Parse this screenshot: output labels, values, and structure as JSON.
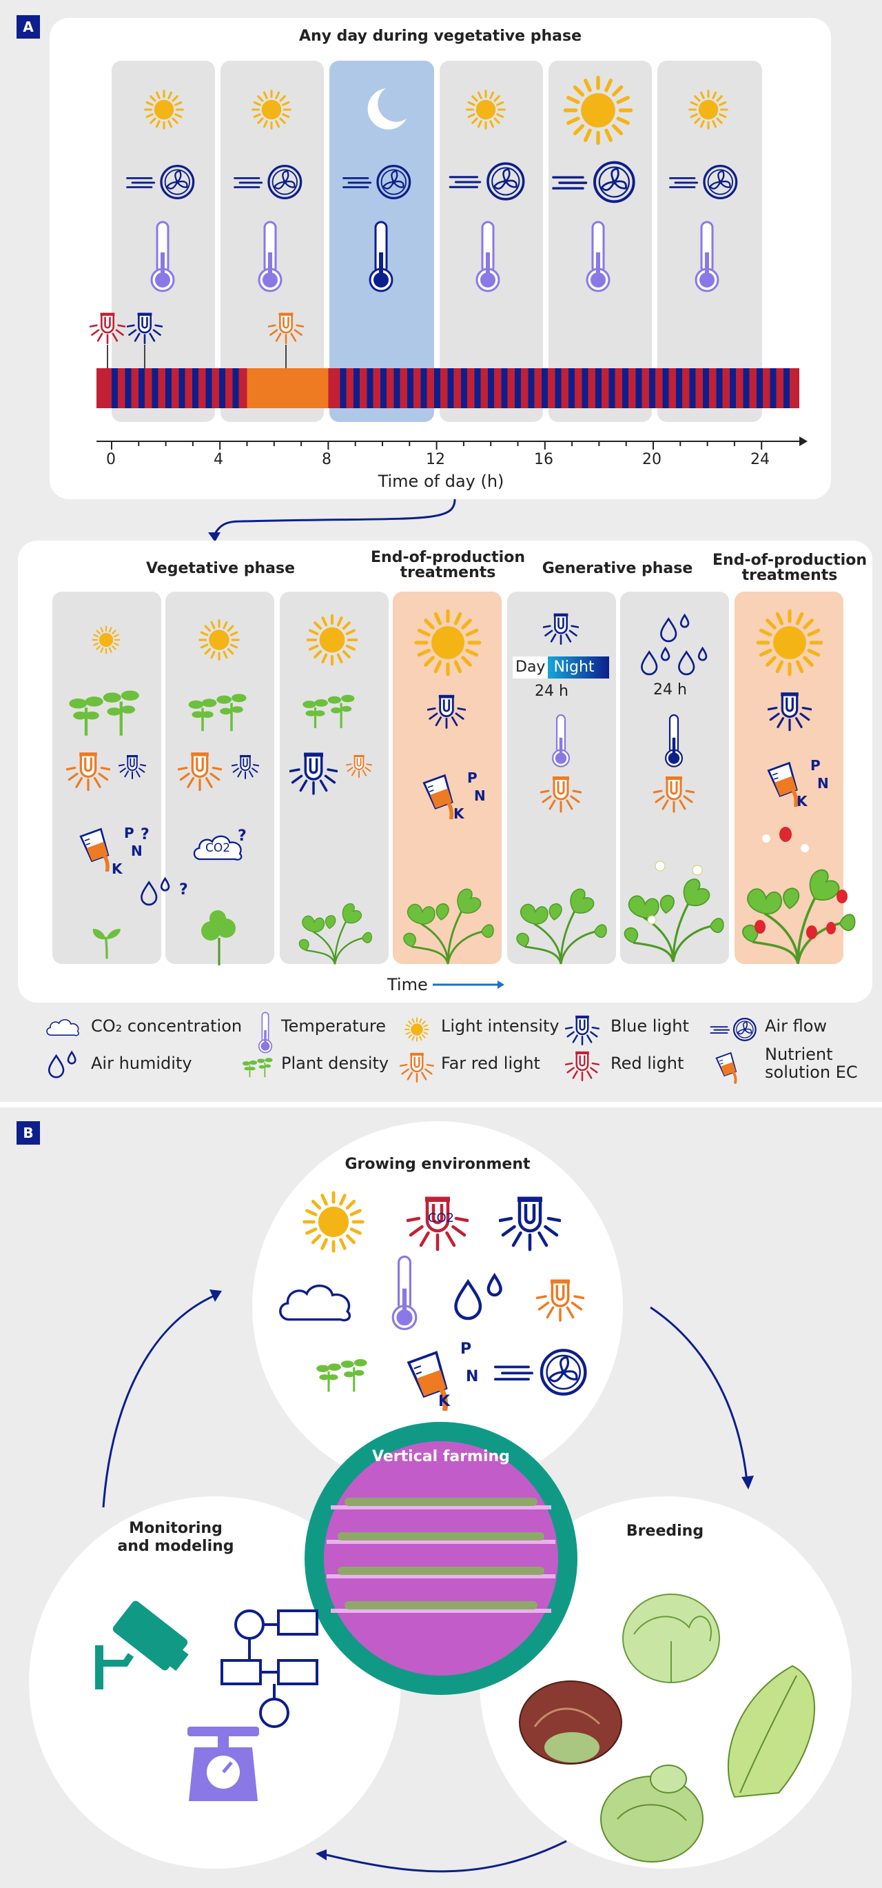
{
  "panel_a": {
    "tag": "A",
    "title": "Any day during vegetative phase",
    "axis_ticks": [
      "0",
      "4",
      "8",
      "12",
      "16",
      "20",
      "24"
    ],
    "axis_label": "Time of day (h)"
  },
  "phases": {
    "vegetative": "Vegetative phase",
    "eop1_line1": "End-of-production",
    "eop1_line2": "treatments",
    "generative": "Generative phase",
    "eop2_line1": "End-of-production",
    "eop2_line2": "treatments",
    "day": "Day",
    "night": "Night",
    "h24a": "24 h",
    "h24b": "24 h",
    "time": "Time",
    "q": "?",
    "nutrient_p": "P",
    "nutrient_n": "N",
    "nutrient_k": "K",
    "co2": "CO2"
  },
  "legend": {
    "co2": "CO₂ concentration",
    "temperature": "Temperature",
    "light_intensity": "Light intensity",
    "blue_light": "Blue light",
    "air_flow": "Air flow",
    "air_humidity": "Air humidity",
    "plant_density": "Plant density",
    "far_red_light": "Far red light",
    "red_light": "Red light",
    "nutrient_line1": "Nutrient",
    "nutrient_line2": "solution EC"
  },
  "panel_b": {
    "tag": "B",
    "growing": "Growing environment",
    "vertical": "Vertical farming",
    "monitoring_line1": "Monitoring",
    "monitoring_line2": "and modeling",
    "breeding": "Breeding",
    "co2": "CO2"
  },
  "colors": {
    "sun": "#f5b416",
    "blue": "#0d1f8c",
    "red": "#c22035",
    "orange": "#ee7a22",
    "purple": "#8a78e6",
    "green": "#6cc03c",
    "teal": "#109a86",
    "peach": "#f8d1b6",
    "night": "#afc8e8",
    "magenta": "#d64fd6"
  }
}
